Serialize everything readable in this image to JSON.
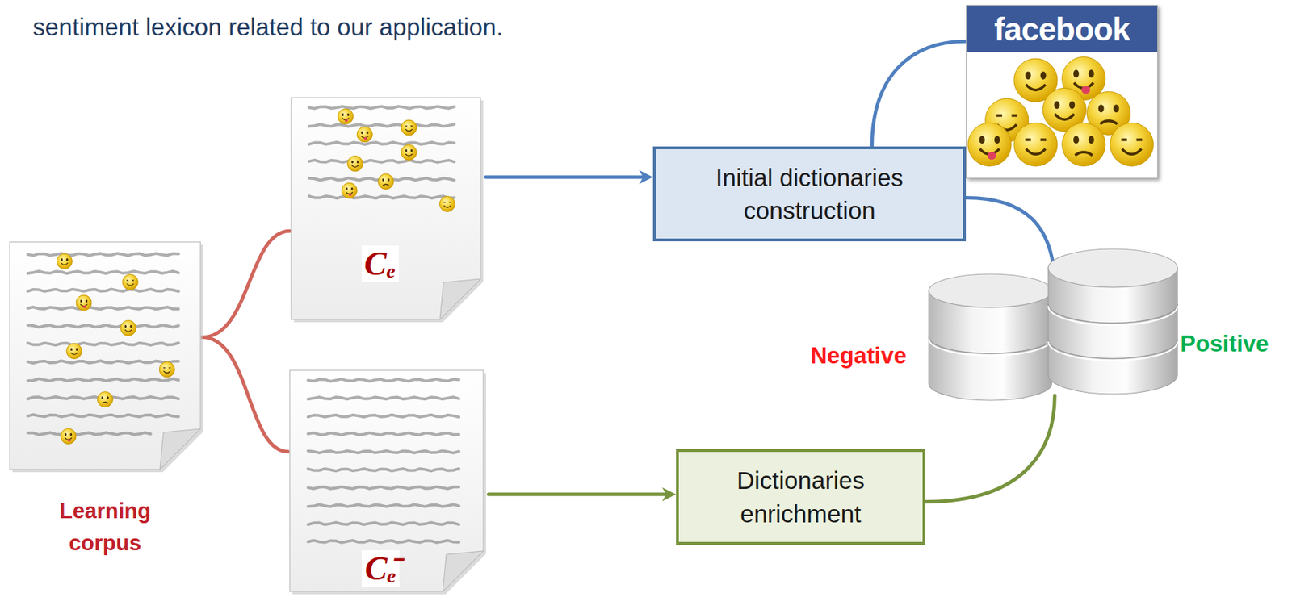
{
  "diagram": {
    "nodes": [
      {
        "text": [
          "Learning corpus"
        ]
      },
      {
        "text": [
          "Cₑ"
        ]
      },
      {
        "text": [
          "Cₑ̄"
        ]
      },
      {
        "text": [
          "Initial dictionaries construction"
        ]
      },
      {
        "text": [
          "Dictionaries enrichment"
        ]
      },
      {
        "text": [
          "facebook"
        ]
      },
      {
        "text": [
          "Negative"
        ]
      },
      {
        "text": [
          "Positive"
        ]
      }
    ],
    "edges": [
      {
        "from": 0,
        "to": 1,
        "arrow": "none"
      },
      {
        "from": 0,
        "to": 2,
        "arrow": "none"
      },
      {
        "from": 1,
        "to": 3,
        "arrow": "to"
      },
      {
        "from": 2,
        "to": 4,
        "arrow": "to"
      },
      {
        "from": 3,
        "to": 5,
        "arrow": "none"
      },
      {
        "from": 3,
        "to": 7,
        "arrow": "none"
      },
      {
        "from": 4,
        "to": 7,
        "arrow": "none"
      }
    ],
    "labels": [
      "sentiment lexicon related to our application."
    ]
  }
}
